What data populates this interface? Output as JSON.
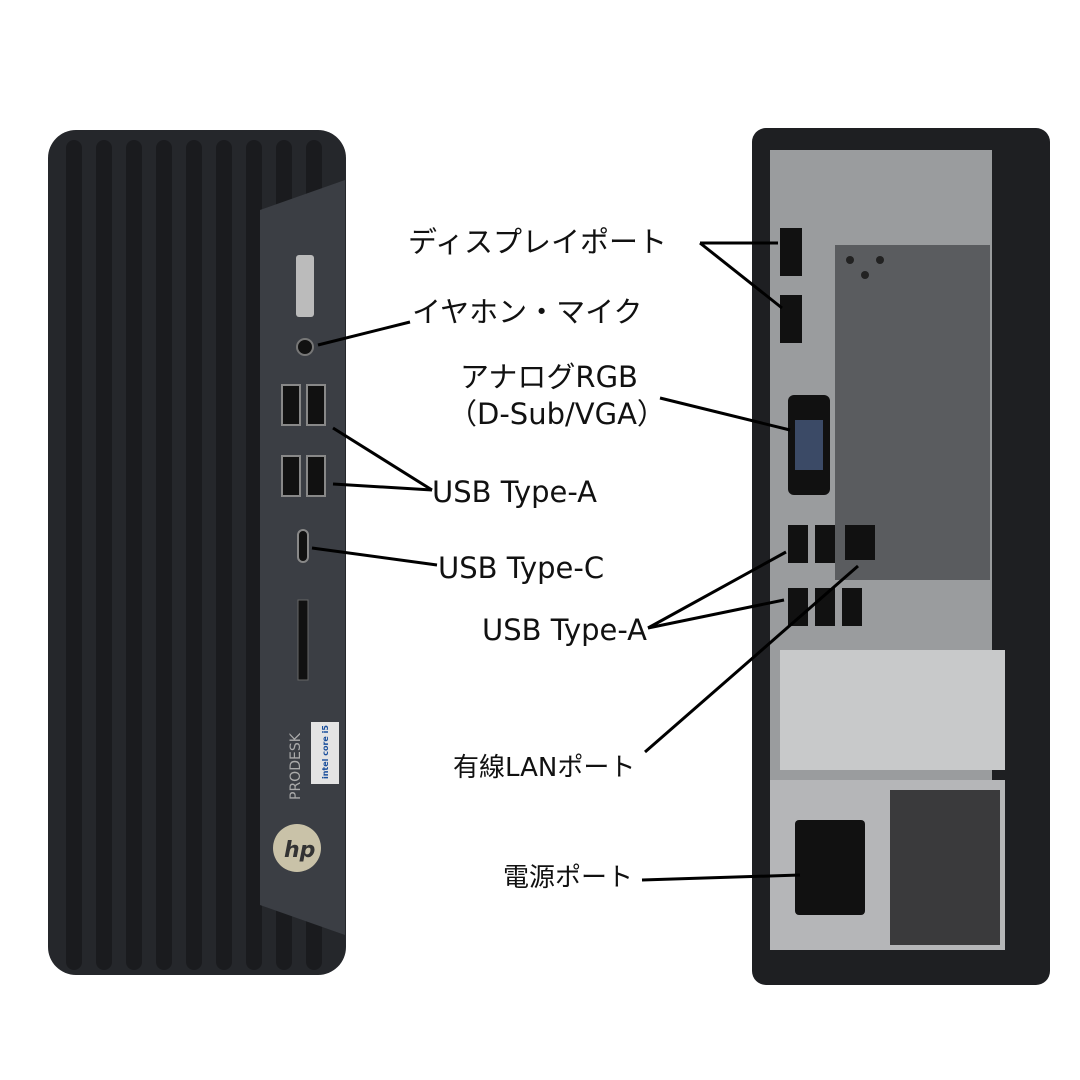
{
  "labels": {
    "displayport": "ディスプレイポート",
    "audio": "イヤホン・マイク",
    "analog_rgb": "アナログRGB",
    "dsub_vga": "（D-Sub/VGA）",
    "usb_a_front": "USB Type-A",
    "usb_c": "USB Type-C",
    "usb_a_rear": "USB Type-A",
    "lan": "有線LANポート",
    "power": "電源ポート"
  },
  "product": {
    "brand_logo": "hp",
    "model_text": "PRODESK",
    "cpu_badge": "intel core i5"
  },
  "colors": {
    "chassis": "#2a2c30",
    "front_panel": "#3b3e44",
    "rear_metal": "#9a9c9e",
    "label_text": "#111111",
    "leader_line": "#000000"
  }
}
